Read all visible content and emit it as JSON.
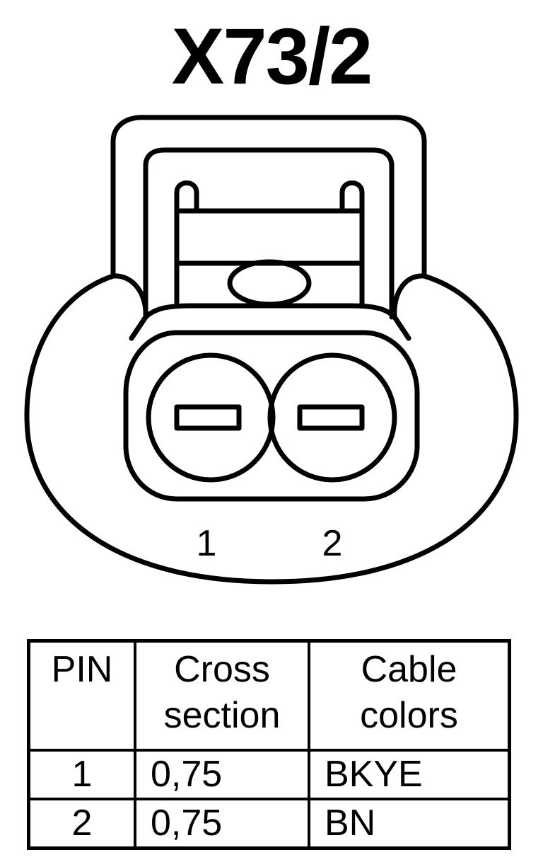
{
  "title": "X73/2",
  "connector": {
    "pin_labels": [
      "1",
      "2"
    ]
  },
  "table": {
    "headers": {
      "pin": "PIN",
      "cross_section": [
        "Cross",
        "section"
      ],
      "cable_colors": [
        "Cable",
        "colors"
      ]
    },
    "rows": [
      {
        "pin": "1",
        "cross_section": "0,75",
        "cable_color": "BKYE"
      },
      {
        "pin": "2",
        "cross_section": "0,75",
        "cable_color": "BN"
      }
    ]
  },
  "colors": {
    "line": "#000000",
    "background": "#ffffff"
  }
}
